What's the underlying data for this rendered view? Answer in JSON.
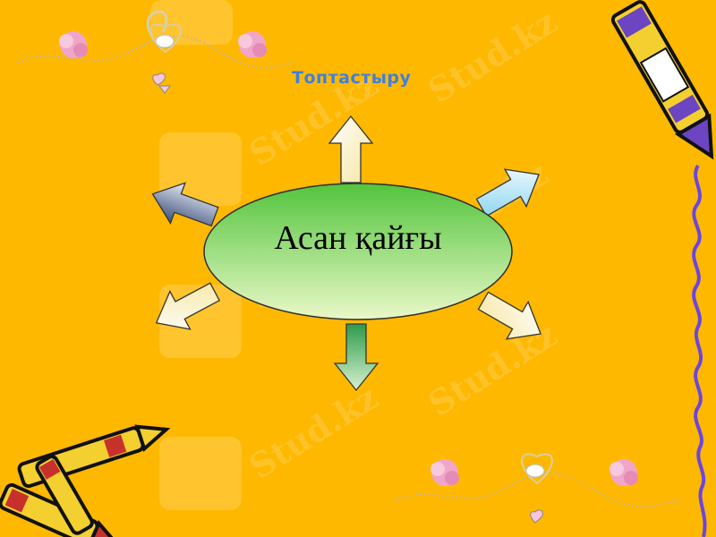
{
  "slide": {
    "title": "Топтастыру",
    "center_label": "Асан қайғы",
    "watermark": "Stud.kz",
    "colors": {
      "background": "#FFB800",
      "title": "#3F7FE0",
      "ellipse_top": "#EAF8C8",
      "ellipse_bottom": "#52C43C"
    }
  },
  "arrows": [
    {
      "direction": "up",
      "color": "light-yellow"
    },
    {
      "direction": "up-right",
      "color": "light-blue"
    },
    {
      "direction": "down-right",
      "color": "light-yellow"
    },
    {
      "direction": "down",
      "color": "green"
    },
    {
      "direction": "down-left",
      "color": "light-yellow"
    },
    {
      "direction": "up-left",
      "color": "slate-blue"
    }
  ],
  "icons": [
    "crayon-icon",
    "crayons-icon",
    "flower-garland-icon",
    "squiggle-line-icon"
  ]
}
